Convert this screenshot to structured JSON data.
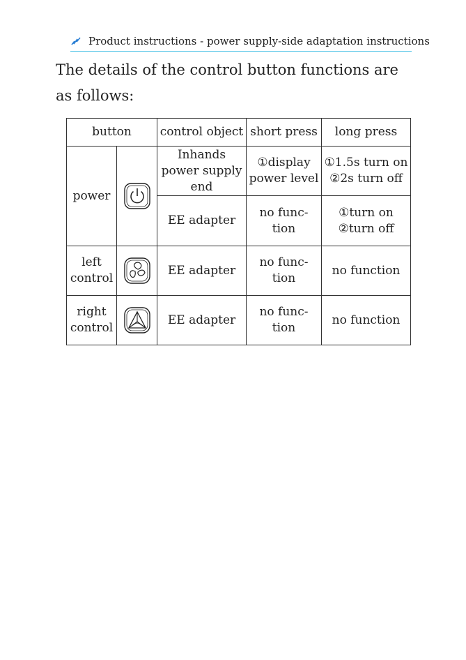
{
  "header": {
    "logo_icon": "brand-mark-icon",
    "title": "Product instructions - power supply-side adaptation instructions",
    "rule_color": "#5cc8e8",
    "logo_color": "#2a7fd4"
  },
  "intro": "The details of the control button functions are as follows:",
  "table": {
    "headers": {
      "button": "button",
      "control_object": "control object",
      "short_press": "short press",
      "long_press": "long press"
    },
    "rows": [
      {
        "button_name": "power",
        "icon": "power-icon",
        "sub_rows": [
          {
            "control_object": "Inhands power supply end",
            "short_press": "①display power level",
            "long_press": [
              "①1.5s turn on",
              "②2s turn off"
            ]
          },
          {
            "control_object": "EE adapter",
            "short_press": "no func-tion",
            "long_press": [
              "①turn on",
              "②turn off"
            ]
          }
        ]
      },
      {
        "button_name": "left control",
        "icon": "left-control-icon",
        "control_object": "EE adapter",
        "short_press": "no func-tion",
        "long_press": "no function"
      },
      {
        "button_name": "right control",
        "icon": "right-control-icon",
        "control_object": "EE adapter",
        "short_press": "no func-tion",
        "long_press": "no function"
      }
    ]
  }
}
